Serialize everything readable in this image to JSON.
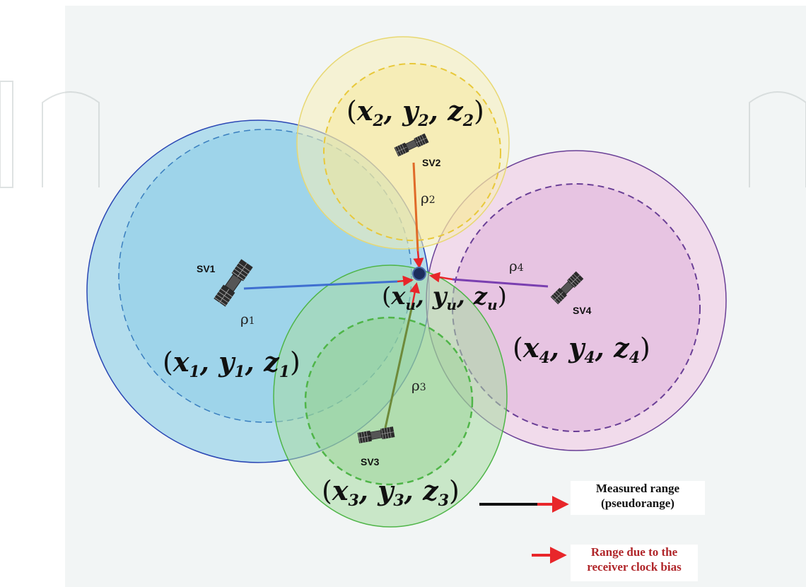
{
  "satellites": [
    {
      "label": "SV1",
      "coord_base": [
        "x",
        "y",
        "z"
      ],
      "coord_sub": "1",
      "rho_sub": "1",
      "fill": "#7fc8e6",
      "stroke": "#2a46b4"
    },
    {
      "label": "SV2",
      "coord_base": [
        "x",
        "y",
        "z"
      ],
      "coord_sub": "2",
      "rho_sub": "2",
      "fill": "#f6ebb0",
      "stroke": "#e6d46a"
    },
    {
      "label": "SV3",
      "coord_base": [
        "x",
        "y",
        "z"
      ],
      "coord_sub": "3",
      "rho_sub": "3",
      "fill": "#a7dba3",
      "stroke": "#4fb548"
    },
    {
      "label": "SV4",
      "coord_base": [
        "x",
        "y",
        "z"
      ],
      "coord_sub": "4",
      "rho_sub": "4",
      "fill": "#e2b0d4",
      "stroke": "#6a3f96"
    }
  ],
  "receiver": {
    "coord_base": [
      "x",
      "y",
      "z"
    ],
    "coord_sub": "u"
  },
  "rho_symbol": "ρ",
  "legend": {
    "measured_line1": "Measured range",
    "measured_line2": "(pseudorange)",
    "bias_line1": "Range due to the",
    "bias_line2": "receiver clock bias"
  },
  "colors": {
    "bias_arrow": "#e8262a",
    "bias_text": "#b0262a",
    "measured_line": "#111111",
    "receiver": "#1c2e5c"
  }
}
